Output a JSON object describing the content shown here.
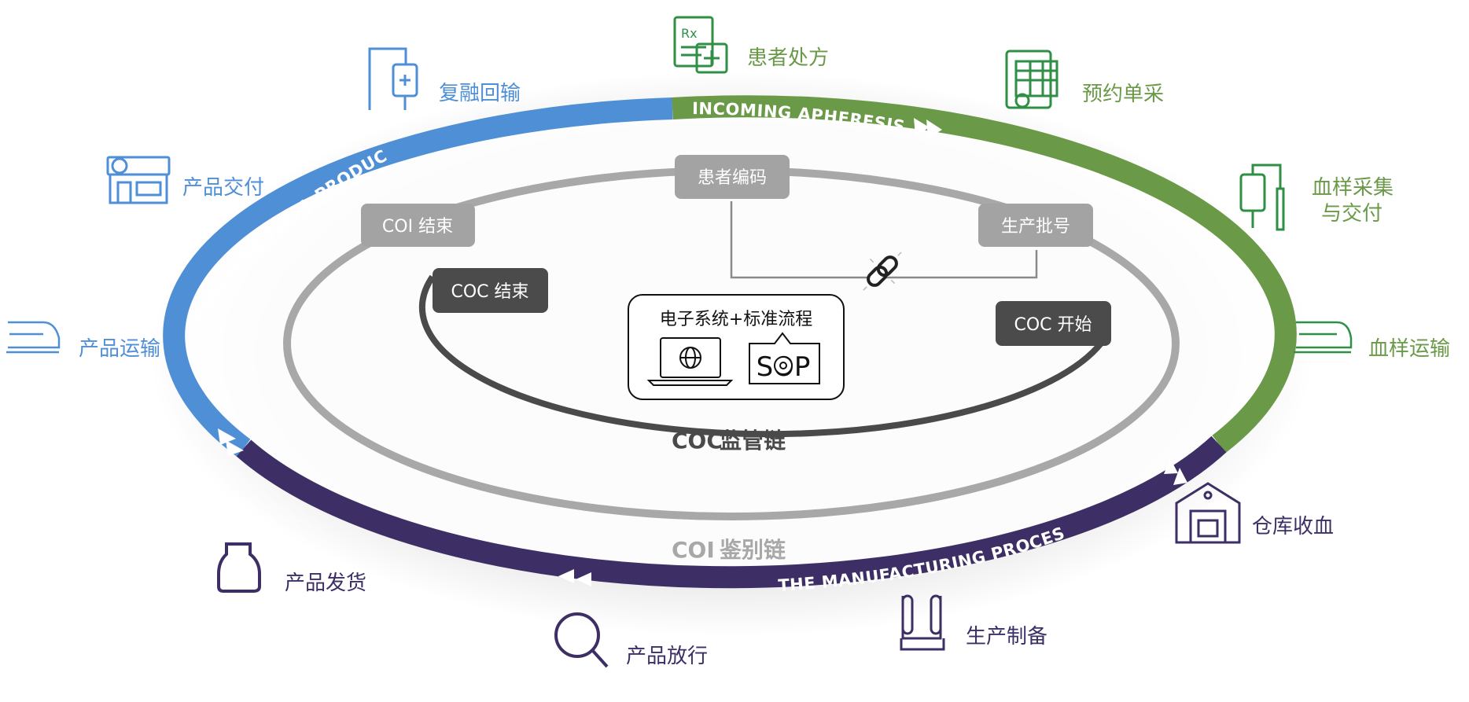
{
  "colors": {
    "blue": "#4f8fd6",
    "green": "#6a9a48",
    "purple": "#3d2f66",
    "gray_ring": "#a8a8a8",
    "dark_ring": "#4a4a4a",
    "gray_pill": "#a3a3a3",
    "dark_pill": "#4b4b4b",
    "label_blue": "#4f8fd6",
    "label_green": "#6a9a48",
    "label_purple": "#3d2f66"
  },
  "outer_ring": {
    "top_right_label": "INCOMING APHERESIS",
    "top_left_label": "OUTGOING FINAL PRODUCT",
    "bottom_label": "THE MANUFACTURING PROCESS"
  },
  "steps": {
    "patient_prescription": "患者处方",
    "appointment": "预约单采",
    "blood_collection_line1": "血样采集",
    "blood_collection_line2": "与交付",
    "blood_transport": "血样运输",
    "warehouse_receive": "仓库收血",
    "manufacturing": "生产制备",
    "product_release": "产品放行",
    "product_shipping": "产品发货",
    "product_transport": "产品运输",
    "product_delivery": "产品交付",
    "reinfusion": "复融回输"
  },
  "coi": {
    "patient_code": "患者编码",
    "coi_end": "COI 结束",
    "batch_number": "生产批号",
    "chain_prefix": "COI",
    "chain_label": "鉴别链"
  },
  "coc": {
    "coc_end": "COC 结束",
    "coc_start": "COC 开始",
    "chain_prefix": "COC",
    "chain_label": "监管链"
  },
  "center": {
    "title": "电子系统+标准流程",
    "sop_label": "SOP"
  },
  "icons": [
    "prescription-icon",
    "calendar-icon",
    "blood-bag-icon",
    "train-icon",
    "warehouse-icon",
    "test-tubes-icon",
    "magnifier-icon",
    "jar-icon",
    "pharmacy-icon",
    "iv-drip-icon",
    "link-icon",
    "laptop-globe-icon",
    "gear-icon"
  ]
}
